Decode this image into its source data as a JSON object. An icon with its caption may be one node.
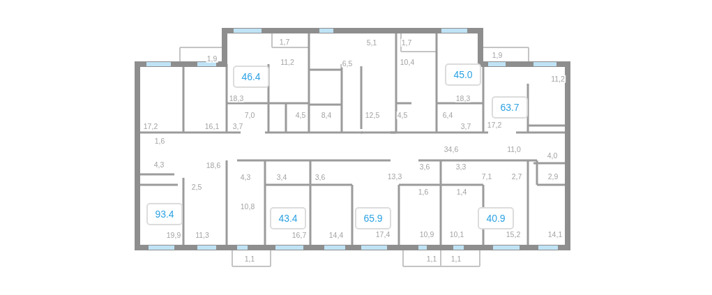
{
  "diagram": {
    "nodes": [
      {
        "text": [
          "46.4"
        ]
      },
      {
        "text": [
          "45.0"
        ]
      },
      {
        "text": [
          "63.7"
        ]
      },
      {
        "text": [
          "93.4"
        ]
      },
      {
        "text": [
          "43.4"
        ]
      },
      {
        "text": [
          "65.9"
        ]
      },
      {
        "text": [
          "40.9"
        ]
      }
    ],
    "labels": [
      "1,7",
      "5,1",
      "1,7",
      "1,9",
      "6,5",
      "1,9",
      "11,2",
      "10,4",
      "11,2",
      "18,3",
      "18,3",
      "7,0",
      "4,5",
      "8,4",
      "12,5",
      "4,5",
      "6,4",
      "17,2",
      "16,1",
      "3,7",
      "3,7",
      "17,2",
      "1,6",
      "34,6",
      "11,0",
      "4,0",
      "4,3",
      "18,6",
      "4,3",
      "3,6",
      "3,3",
      "2,5",
      "3,4",
      "3,6",
      "13,3",
      "7,1",
      "2,7",
      "2,9",
      "1,6",
      "1,4",
      "10,8",
      "19,9",
      "11,3",
      "16,7",
      "14,4",
      "17,4",
      "10,9",
      "10,1",
      "15,2",
      "14,1",
      "1,1",
      "1,1",
      "1,1"
    ]
  }
}
